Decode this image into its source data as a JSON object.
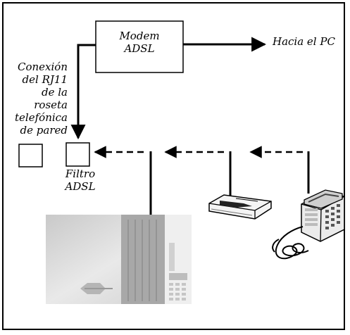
{
  "modem": {
    "line1": "Modem",
    "line2": "ADSL"
  },
  "pc_label": "Hacia el PC",
  "wall_label": [
    "Conexión",
    "del RJ11",
    "de la",
    "roseta",
    "telefónica",
    "de pared"
  ],
  "filter_label": {
    "line1": "Filtro",
    "line2": "ADSL"
  },
  "colors": {
    "stroke": "#000000",
    "device_light": "#dedede",
    "device_dark": "#9a9a9a"
  }
}
